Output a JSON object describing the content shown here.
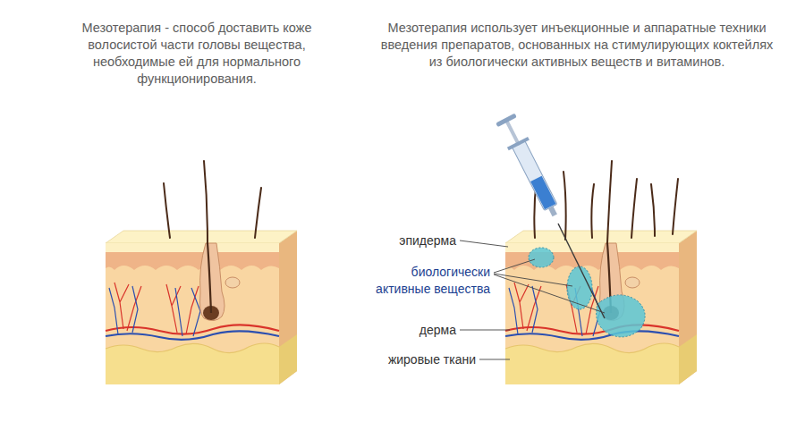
{
  "diagram": {
    "labels": [
      "Мезотерапия - способ доставить коже волосистой части головы вещества, необходимые ей для нормального функционирования.",
      "Мезотерапия использует инъекционные и аппаратные техники введения препаратов, основанных на стимулирующих коктейлях из биологически активных веществ и витаминов.",
      "эпидерма",
      "биологически активные вещества",
      "дерма",
      "жировые ткани"
    ]
  }
}
